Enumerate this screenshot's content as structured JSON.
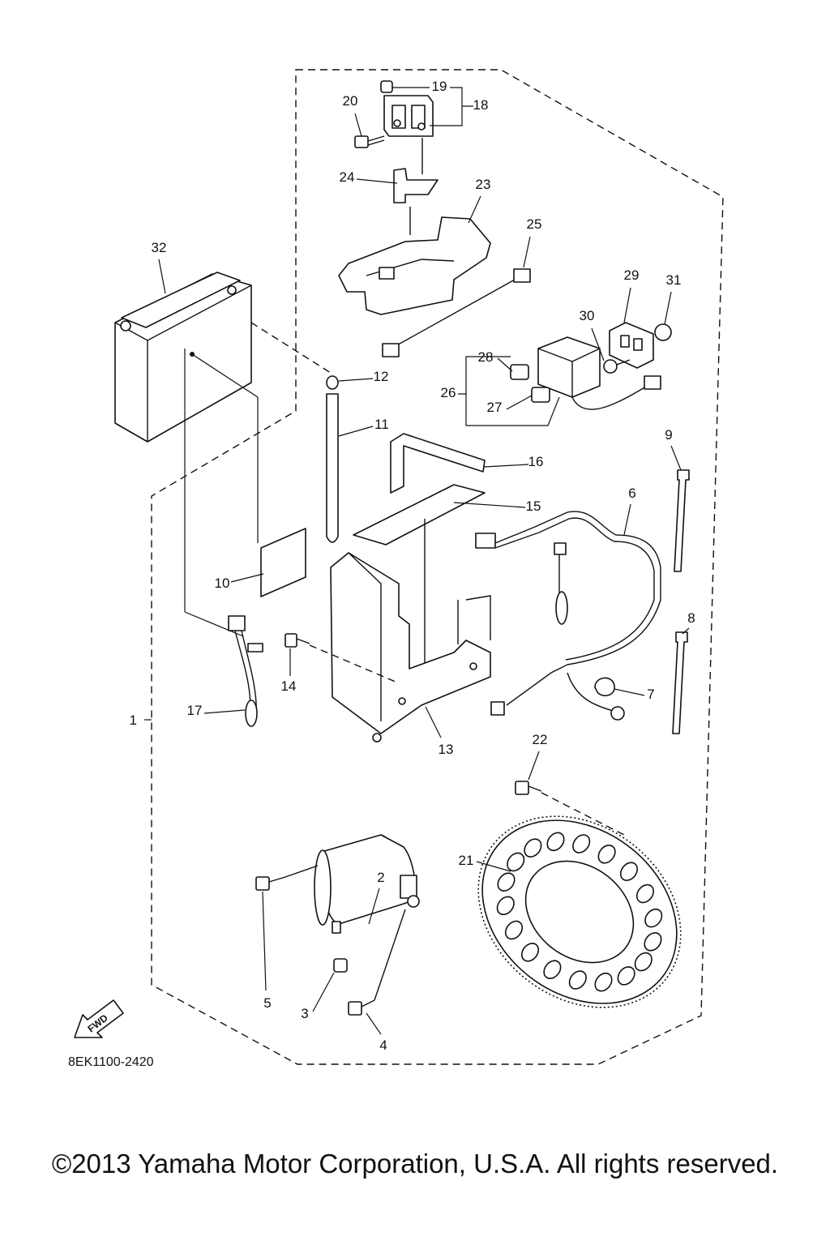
{
  "diagram": {
    "code": "8EK1100-2420",
    "fwd_label": "FWD",
    "callouts": [
      "1",
      "2",
      "3",
      "4",
      "5",
      "6",
      "7",
      "8",
      "9",
      "10",
      "11",
      "12",
      "13",
      "14",
      "15",
      "16",
      "17",
      "18",
      "19",
      "20",
      "21",
      "22",
      "23",
      "24",
      "25",
      "26",
      "27",
      "28",
      "29",
      "30",
      "31",
      "32"
    ]
  },
  "footer": {
    "copyright": "©2013 Yamaha Motor Corporation, U.S.A. All rights reserved."
  }
}
